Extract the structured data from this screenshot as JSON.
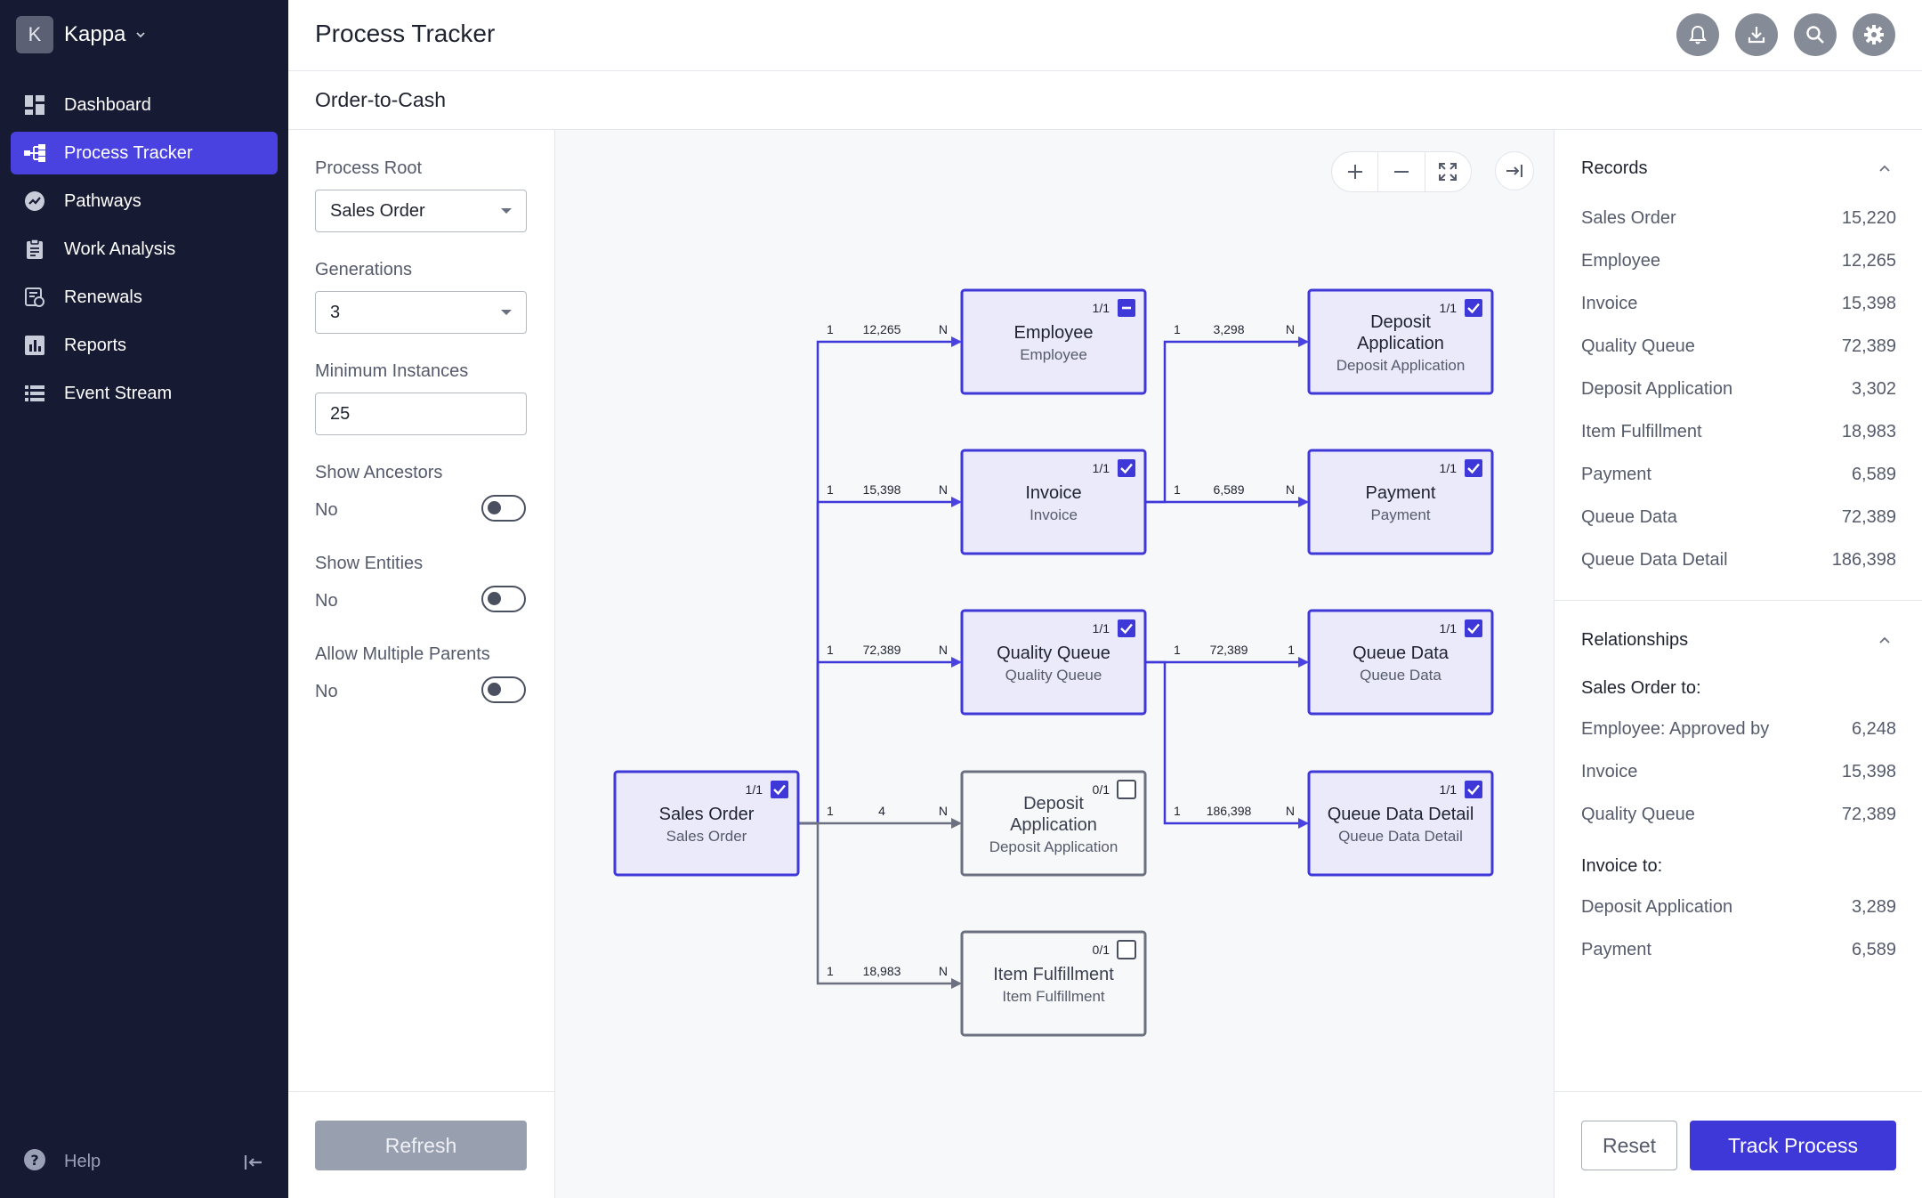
{
  "workspace": {
    "initial": "K",
    "name": "Kappa"
  },
  "nav": [
    {
      "label": "Dashboard",
      "icon": "dashboard-icon"
    },
    {
      "label": "Process Tracker",
      "icon": "process-tree-icon",
      "active": true
    },
    {
      "label": "Pathways",
      "icon": "pathways-icon"
    },
    {
      "label": "Work Analysis",
      "icon": "clipboard-icon"
    },
    {
      "label": "Renewals",
      "icon": "renewals-icon"
    },
    {
      "label": "Reports",
      "icon": "bar-chart-icon"
    },
    {
      "label": "Event Stream",
      "icon": "list-icon"
    }
  ],
  "help_label": "Help",
  "header": {
    "title": "Process Tracker",
    "actions": [
      "bell-icon",
      "download-icon",
      "search-icon",
      "gear-icon"
    ]
  },
  "subheader": {
    "title": "Order-to-Cash"
  },
  "filters": {
    "process_root_label": "Process Root",
    "process_root_value": "Sales Order",
    "generations_label": "Generations",
    "generations_value": "3",
    "min_instances_label": "Minimum Instances",
    "min_instances_value": "25",
    "show_ancestors_label": "Show Ancestors",
    "show_ancestors_value": "No",
    "show_entities_label": "Show Entities",
    "show_entities_value": "No",
    "allow_multiple_parents_label": "Allow Multiple Parents",
    "allow_multiple_parents_value": "No",
    "refresh_label": "Refresh"
  },
  "graph": {
    "nodes": [
      {
        "id": "sales-order",
        "title": "Sales Order",
        "subtitle": "Sales Order",
        "count": "1/1",
        "state": "checked"
      },
      {
        "id": "employee",
        "title": "Employee",
        "subtitle": "Employee",
        "count": "1/1",
        "state": "partial"
      },
      {
        "id": "invoice",
        "title": "Invoice",
        "subtitle": "Invoice",
        "count": "1/1",
        "state": "checked"
      },
      {
        "id": "quality-queue",
        "title": "Quality Queue",
        "subtitle": "Quality Queue",
        "count": "1/1",
        "state": "checked"
      },
      {
        "id": "deposit-application-1",
        "title": "Deposit Application",
        "subtitle": "Deposit Application",
        "count": "0/1",
        "state": "unchecked"
      },
      {
        "id": "item-fulfillment",
        "title": "Item Fulfillment",
        "subtitle": "Item Fulfillment",
        "count": "0/1",
        "state": "unchecked"
      },
      {
        "id": "deposit-application-2",
        "title": "Deposit Application",
        "subtitle": "Deposit Application",
        "count": "1/1",
        "state": "checked"
      },
      {
        "id": "payment",
        "title": "Payment",
        "subtitle": "Payment",
        "count": "1/1",
        "state": "checked"
      },
      {
        "id": "queue-data",
        "title": "Queue Data",
        "subtitle": "Queue Data",
        "count": "1/1",
        "state": "checked"
      },
      {
        "id": "queue-data-detail",
        "title": "Queue Data Detail",
        "subtitle": "Queue Data Detail",
        "count": "1/1",
        "state": "checked"
      }
    ],
    "edges": [
      {
        "from": "sales-order",
        "to": "employee",
        "left": "1",
        "count": "12,265",
        "right": "N",
        "active": true
      },
      {
        "from": "sales-order",
        "to": "invoice",
        "left": "1",
        "count": "15,398",
        "right": "N",
        "active": true
      },
      {
        "from": "sales-order",
        "to": "quality-queue",
        "left": "1",
        "count": "72,389",
        "right": "N",
        "active": true
      },
      {
        "from": "sales-order",
        "to": "deposit-application-1",
        "left": "1",
        "count": "4",
        "right": "N",
        "active": false
      },
      {
        "from": "sales-order",
        "to": "item-fulfillment",
        "left": "1",
        "count": "18,983",
        "right": "N",
        "active": false
      },
      {
        "from": "invoice",
        "to": "deposit-application-2",
        "left": "1",
        "count": "3,298",
        "right": "N",
        "active": true
      },
      {
        "from": "invoice",
        "to": "payment",
        "left": "1",
        "count": "6,589",
        "right": "N",
        "active": true
      },
      {
        "from": "quality-queue",
        "to": "queue-data",
        "left": "1",
        "count": "72,389",
        "right": "1",
        "active": true
      },
      {
        "from": "quality-queue",
        "to": "queue-data-detail",
        "left": "1",
        "count": "186,398",
        "right": "N",
        "active": true
      }
    ]
  },
  "records": {
    "title": "Records",
    "items": [
      {
        "label": "Sales Order",
        "value": "15,220"
      },
      {
        "label": "Employee",
        "value": "12,265"
      },
      {
        "label": "Invoice",
        "value": "15,398"
      },
      {
        "label": "Quality Queue",
        "value": "72,389"
      },
      {
        "label": "Deposit Application",
        "value": "3,302"
      },
      {
        "label": "Item Fulfillment",
        "value": "18,983"
      },
      {
        "label": "Payment",
        "value": "6,589"
      },
      {
        "label": "Queue Data",
        "value": "72,389"
      },
      {
        "label": "Queue Data Detail",
        "value": "186,398"
      }
    ]
  },
  "relationships": {
    "title": "Relationships",
    "groups": [
      {
        "heading": "Sales Order to:",
        "items": [
          {
            "label": "Employee: Approved by",
            "value": "6,248"
          },
          {
            "label": "Invoice",
            "value": "15,398"
          },
          {
            "label": "Quality Queue",
            "value": "72,389"
          }
        ]
      },
      {
        "heading": "Invoice to:",
        "items": [
          {
            "label": "Deposit Application",
            "value": "3,289"
          },
          {
            "label": "Payment",
            "value": "6,589"
          }
        ]
      }
    ]
  },
  "footer": {
    "reset_label": "Reset",
    "track_label": "Track Process"
  },
  "colors": {
    "accent": "#4a42e0",
    "sidebar": "#161b33",
    "node_fill": "#ebeafb",
    "node_border": "#3f38d9",
    "inactive_border": "#6b7180"
  }
}
